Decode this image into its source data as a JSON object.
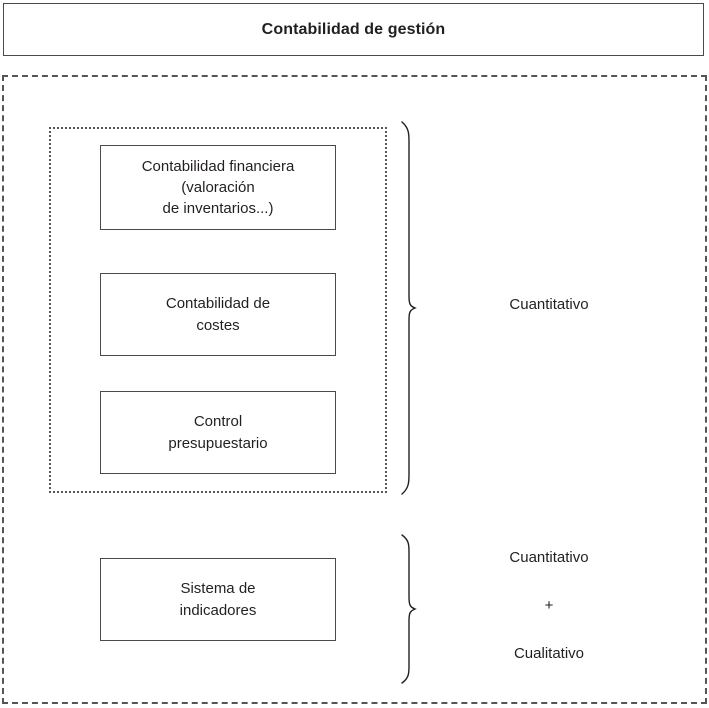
{
  "diagram": {
    "title": "Contabilidad de gestión",
    "groups": {
      "quantitative_group": {
        "boxes": [
          {
            "id": "contabilidad-financiera",
            "text": "Contabilidad financiera\n(valoración\nde inventarios...)"
          },
          {
            "id": "contabilidad-costes",
            "text": "Contabilidad de\ncostes"
          },
          {
            "id": "control-presupuestario",
            "text": "Control\npresupuestario"
          }
        ],
        "label": "Cuantitativo"
      },
      "mixed_group": {
        "boxes": [
          {
            "id": "sistema-indicadores",
            "text": "Sistema de\nindicadores"
          }
        ],
        "label_line_1": "Cuantitativo",
        "label_line_2": "+",
        "label_line_3": "Cualitativo"
      }
    },
    "colors": {
      "stroke": "#4a4a4a",
      "dashed_stroke": "#555555",
      "text": "#231f20",
      "background": "#ffffff"
    }
  }
}
